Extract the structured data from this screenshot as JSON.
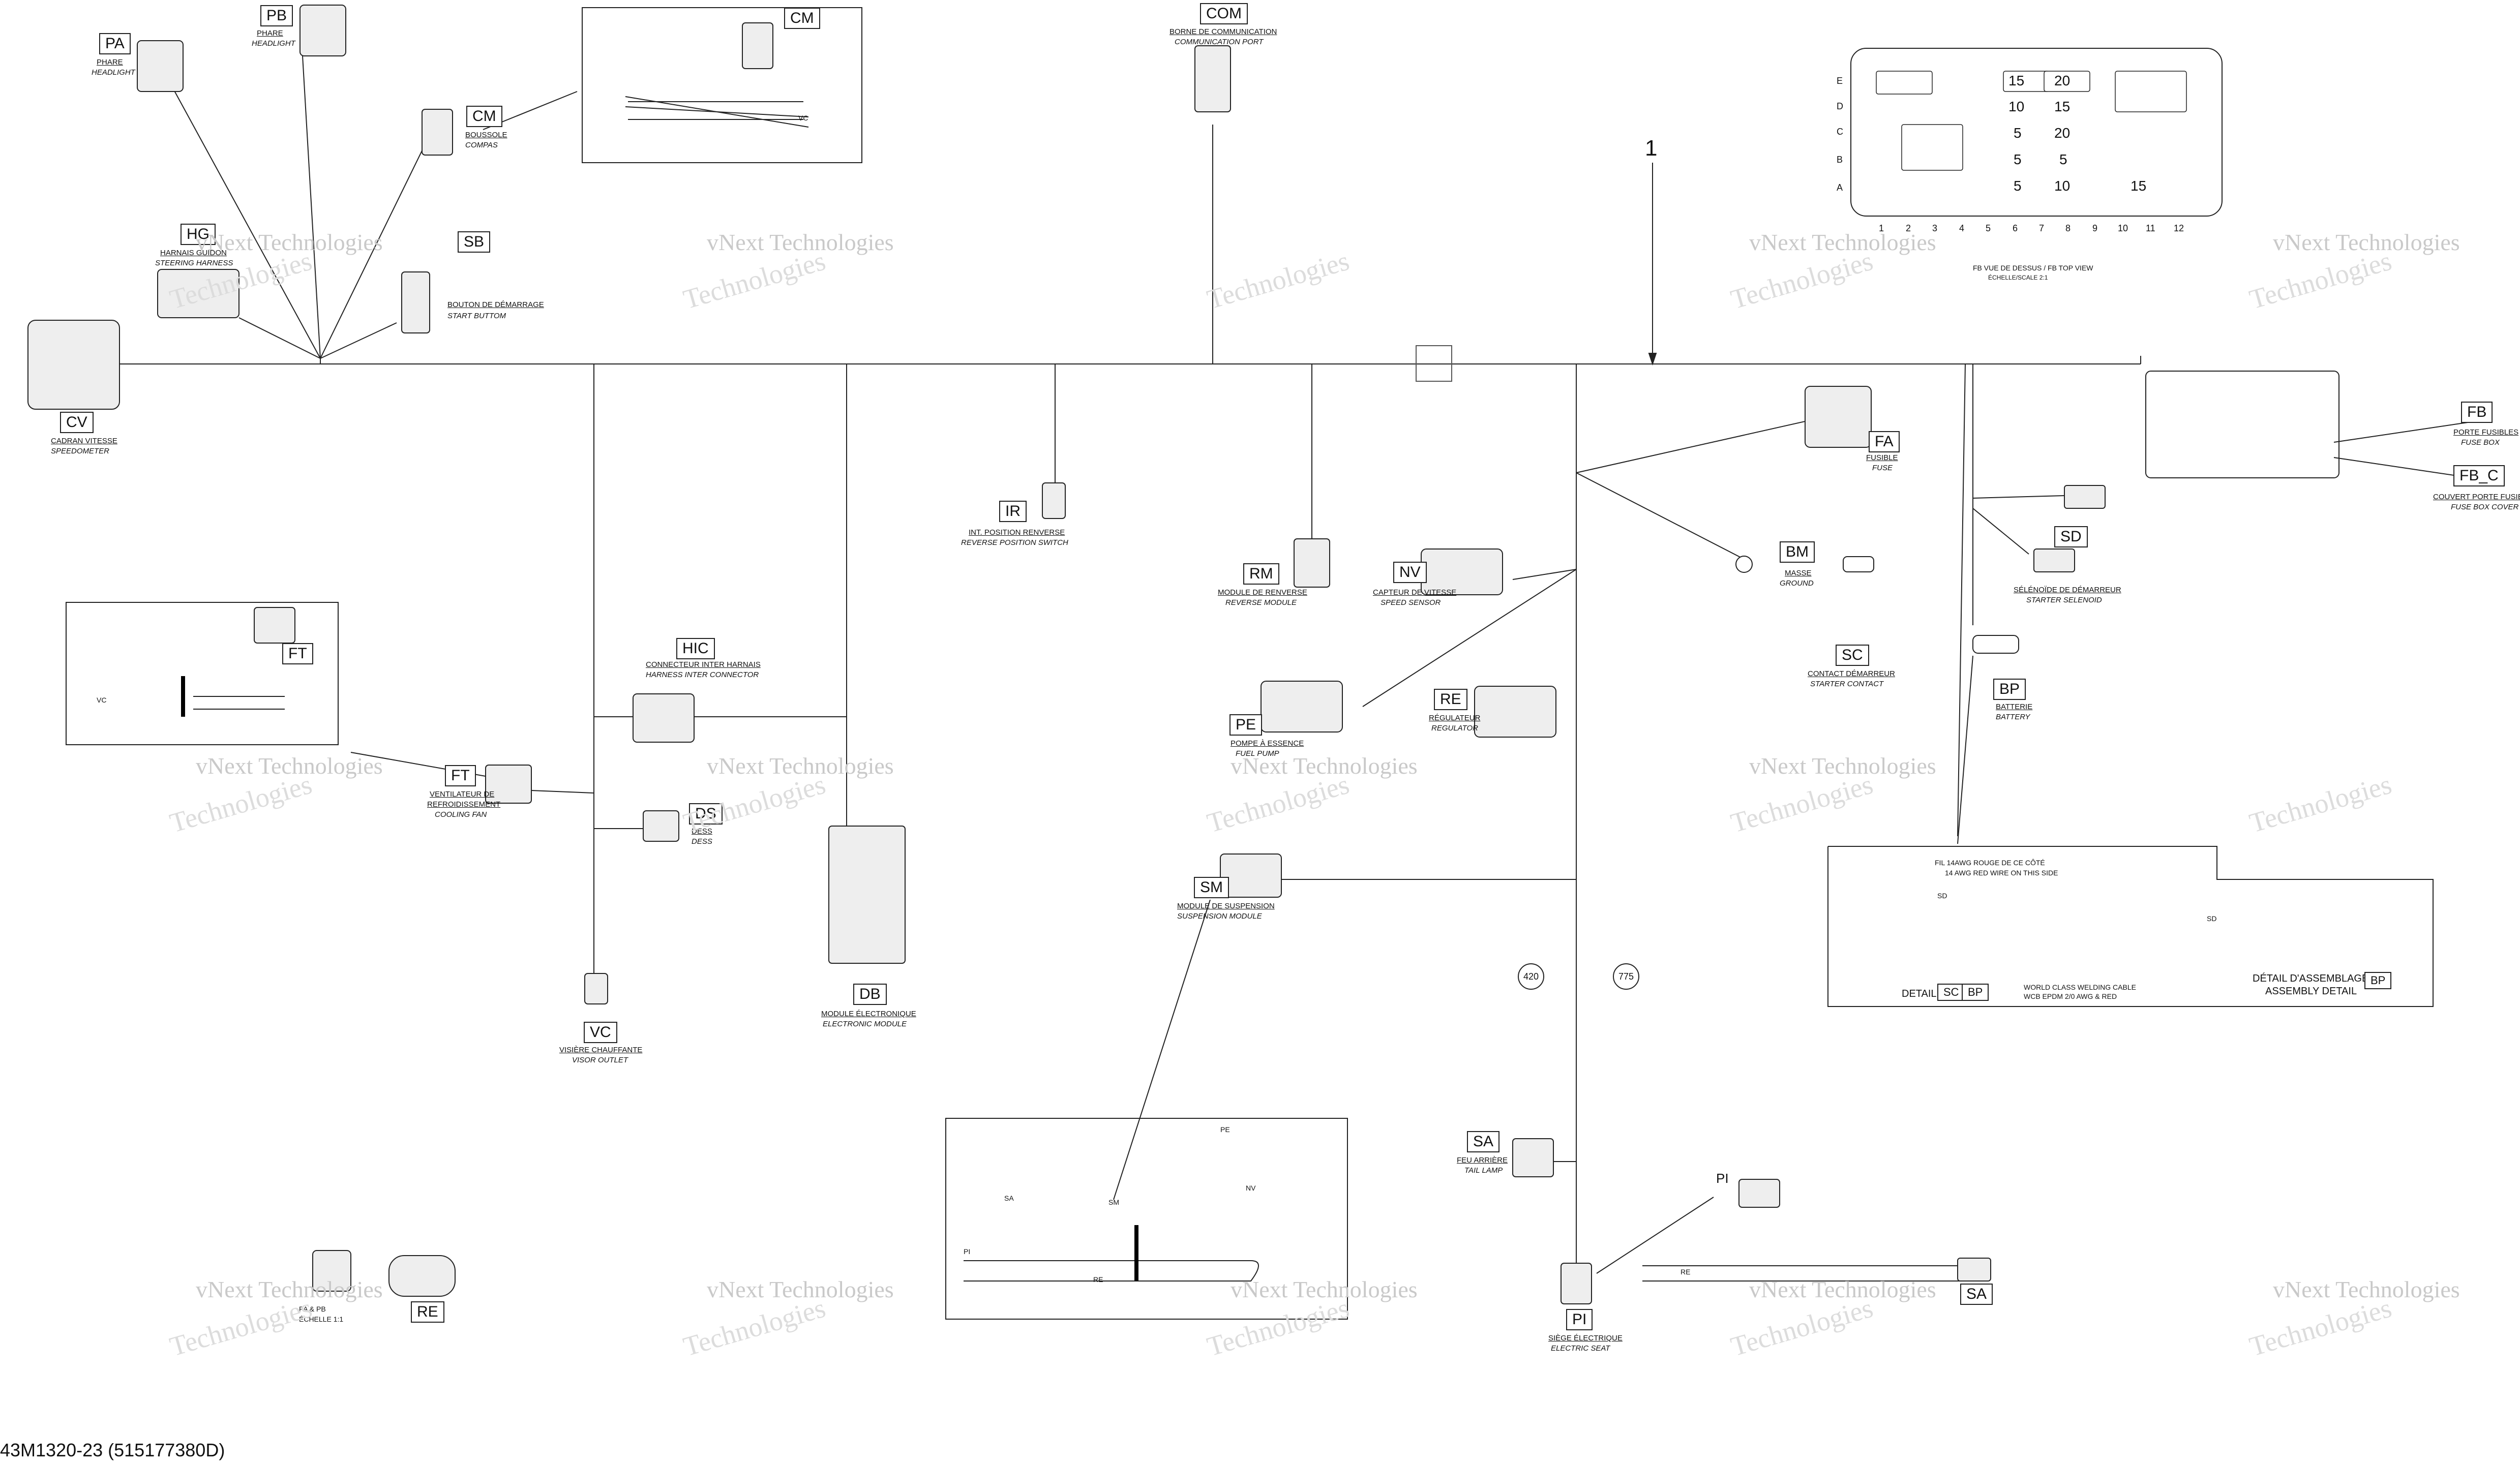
{
  "document_id": "43M1320-23 (515177380D)",
  "callout_main": "1",
  "watermark": {
    "line1": "vNext Technologies",
    "line2": "Technologies"
  },
  "components": {
    "PA": {
      "code": "PA",
      "fr": "PHARE",
      "en": "HEADLIGHT"
    },
    "PB": {
      "code": "PB",
      "fr": "PHARE",
      "en": "HEADLIGHT"
    },
    "CM_top": {
      "code": "CM"
    },
    "CM": {
      "code": "CM",
      "fr": "BOUSSOLE",
      "en": "COMPAS"
    },
    "COM": {
      "code": "COM",
      "fr": "BORNE DE COMMUNICATION",
      "en": "COMMUNICATION PORT"
    },
    "HG": {
      "code": "HG",
      "fr": "HARNAIS GUIDON",
      "en": "STEERING HARNESS"
    },
    "SB": {
      "code": "SB",
      "fr": "BOUTON DE DÉMARRAGE",
      "en": "START BUTTOM"
    },
    "CV": {
      "code": "CV",
      "fr": "CADRAN VITESSE",
      "en": "SPEEDOMETER"
    },
    "FT_box": {
      "code": "FT"
    },
    "FT": {
      "code": "FT",
      "fr1": "VENTILATEUR DE",
      "fr2": "REFROIDISSEMENT",
      "en": "COOLING FAN"
    },
    "HIC": {
      "code": "HIC",
      "fr": "CONNECTEUR INTER HARNAIS",
      "en": "HARNESS INTER CONNECTOR"
    },
    "DS": {
      "code": "DS",
      "fr": "DESS",
      "en": "DESS"
    },
    "VC": {
      "code": "VC",
      "fr": "VISIÈRE CHAUFFANTE",
      "en": "VISOR OUTLET"
    },
    "DB": {
      "code": "DB",
      "fr": "MODULE ÉLECTRONIQUE",
      "en": "ELECTRONIC MODULE"
    },
    "IR": {
      "code": "IR",
      "fr": "INT. POSITION RENVERSE",
      "en": "REVERSE POSITION SWITCH"
    },
    "RM": {
      "code": "RM",
      "fr": "MODULE DE RENVERSE",
      "en": "REVERSE MODULE"
    },
    "NV": {
      "code": "NV",
      "fr": "CAPTEUR DE VITESSE",
      "en": "SPEED SENSOR"
    },
    "PE": {
      "code": "PE",
      "fr": "POMPE À ESSENCE",
      "en": "FUEL PUMP"
    },
    "RE": {
      "code": "RE",
      "fr": "RÉGULATEUR",
      "en": "REGULATOR"
    },
    "SM": {
      "code": "SM",
      "fr": "MODULE DE SUSPENSION",
      "en": "SUSPENSION MODULE"
    },
    "FA": {
      "code": "FA",
      "fr": "FUSIBLE",
      "en": "FUSE"
    },
    "BM": {
      "code": "BM",
      "fr": "MASSE",
      "en": "GROUND"
    },
    "SC": {
      "code": "SC",
      "fr": "CONTACT DÉMARREUR",
      "en": "STARTER CONTACT"
    },
    "BP": {
      "code": "BP",
      "fr": "BATTERIE",
      "en": "BATTERY"
    },
    "SD": {
      "code": "SD",
      "fr": "SÉLÉNOÏDE DE DÉMARREUR",
      "en": "STARTER SELENOID"
    },
    "FB": {
      "code": "FB",
      "fr": "PORTE FUSIBLES",
      "en": "FUSE BOX"
    },
    "FB_C": {
      "code": "FB_C",
      "fr": "COUVERT PORTE FUSIBLE",
      "en": "FUSE BOX COVER"
    },
    "SA": {
      "code": "SA",
      "fr": "FEU ARRIÈRE",
      "en": "TAIL LAMP"
    },
    "SA_box": {
      "code": "SA"
    },
    "PI": {
      "code": "PI",
      "fr": "SIÈGE ÉLECTRIQUE",
      "en": "ELECTRIC SEAT"
    },
    "PI_box": {
      "code": "PI"
    },
    "RE_bottom": {
      "code": "RE"
    },
    "PA_PB_bottom": {
      "line1": "PA & PB",
      "line2": "ÉCHELLE 1:1"
    }
  },
  "circle_refs": [
    "420",
    "775"
  ],
  "fusebox_view": {
    "title": "FB VUE DE DESSUS / FB TOP VIEW",
    "scale": "ÉCHELLE/SCALE 2:1",
    "rows": [
      "E",
      "D",
      "C",
      "B",
      "A"
    ],
    "columns": [
      "1",
      "2",
      "3",
      "4",
      "5",
      "6",
      "7",
      "8",
      "9",
      "10",
      "11",
      "12"
    ],
    "fuse_ratings": [
      {
        "row": "E",
        "values": [
          "15",
          "20"
        ]
      },
      {
        "row": "D",
        "values": [
          "10",
          "15"
        ]
      },
      {
        "row": "C",
        "values": [
          "5",
          "20"
        ]
      },
      {
        "row": "B",
        "values": [
          "5",
          "5"
        ]
      },
      {
        "row": "A",
        "values": [
          "5",
          "10",
          "15"
        ]
      }
    ]
  },
  "wire_labels": {
    "vc": "VC",
    "pi": "PI",
    "sa": "SA",
    "sm": "SM",
    "pe": "PE",
    "nv": "NV",
    "re": "RE"
  },
  "detail": {
    "note_fr": "FIL 14AWG ROUGE DE CE CÔTÉ",
    "note_en": "14 AWG RED WIRE ON THIS SIDE",
    "sd": "SD",
    "cable_note1": "WORLD CLASS WELDING CABLE",
    "cable_note2": "WCB EPDM 2/0 AWG & RED",
    "detail_label": "DETAIL",
    "sc": "SC",
    "bp": "BP",
    "assembly_fr": "DÉTAIL D'ASSEMBLAGE",
    "assembly_en": "ASSEMBLY DETAIL",
    "bp2": "BP"
  }
}
